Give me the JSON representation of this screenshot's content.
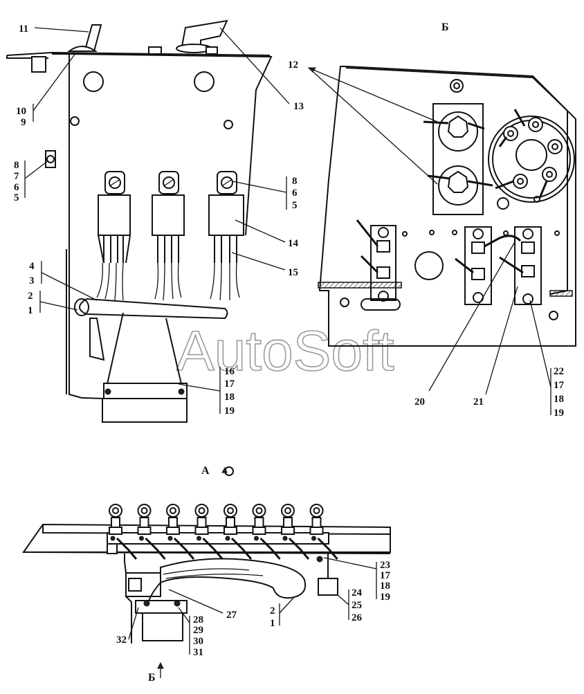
{
  "watermark": "AutoSoft",
  "views": {
    "b_title": "Б",
    "a_title": "А",
    "b_arrow": "Б"
  },
  "callouts": {
    "c11": "11",
    "c10_9": [
      "10",
      "9"
    ],
    "c13": "13",
    "c8765": [
      "8",
      "7",
      "6",
      "5"
    ],
    "c865": [
      "8",
      "6",
      "5"
    ],
    "c14": "14",
    "c15": "15",
    "c4_3": [
      "4",
      "3"
    ],
    "c2_1_top": [
      "2",
      "1"
    ],
    "c16_19": [
      "16",
      "17",
      "18",
      "19"
    ],
    "c12": "12",
    "c20": "20",
    "c21": "21",
    "c22_19": [
      "22",
      "17",
      "18",
      "19"
    ],
    "c23_19": [
      "23",
      "17",
      "18",
      "19"
    ],
    "c24_26": [
      "24",
      "25",
      "26"
    ],
    "c27": "27",
    "c2_1_bottom": [
      "2",
      "1"
    ],
    "c28_31": [
      "28",
      "29",
      "30",
      "31"
    ],
    "c32": "32"
  }
}
